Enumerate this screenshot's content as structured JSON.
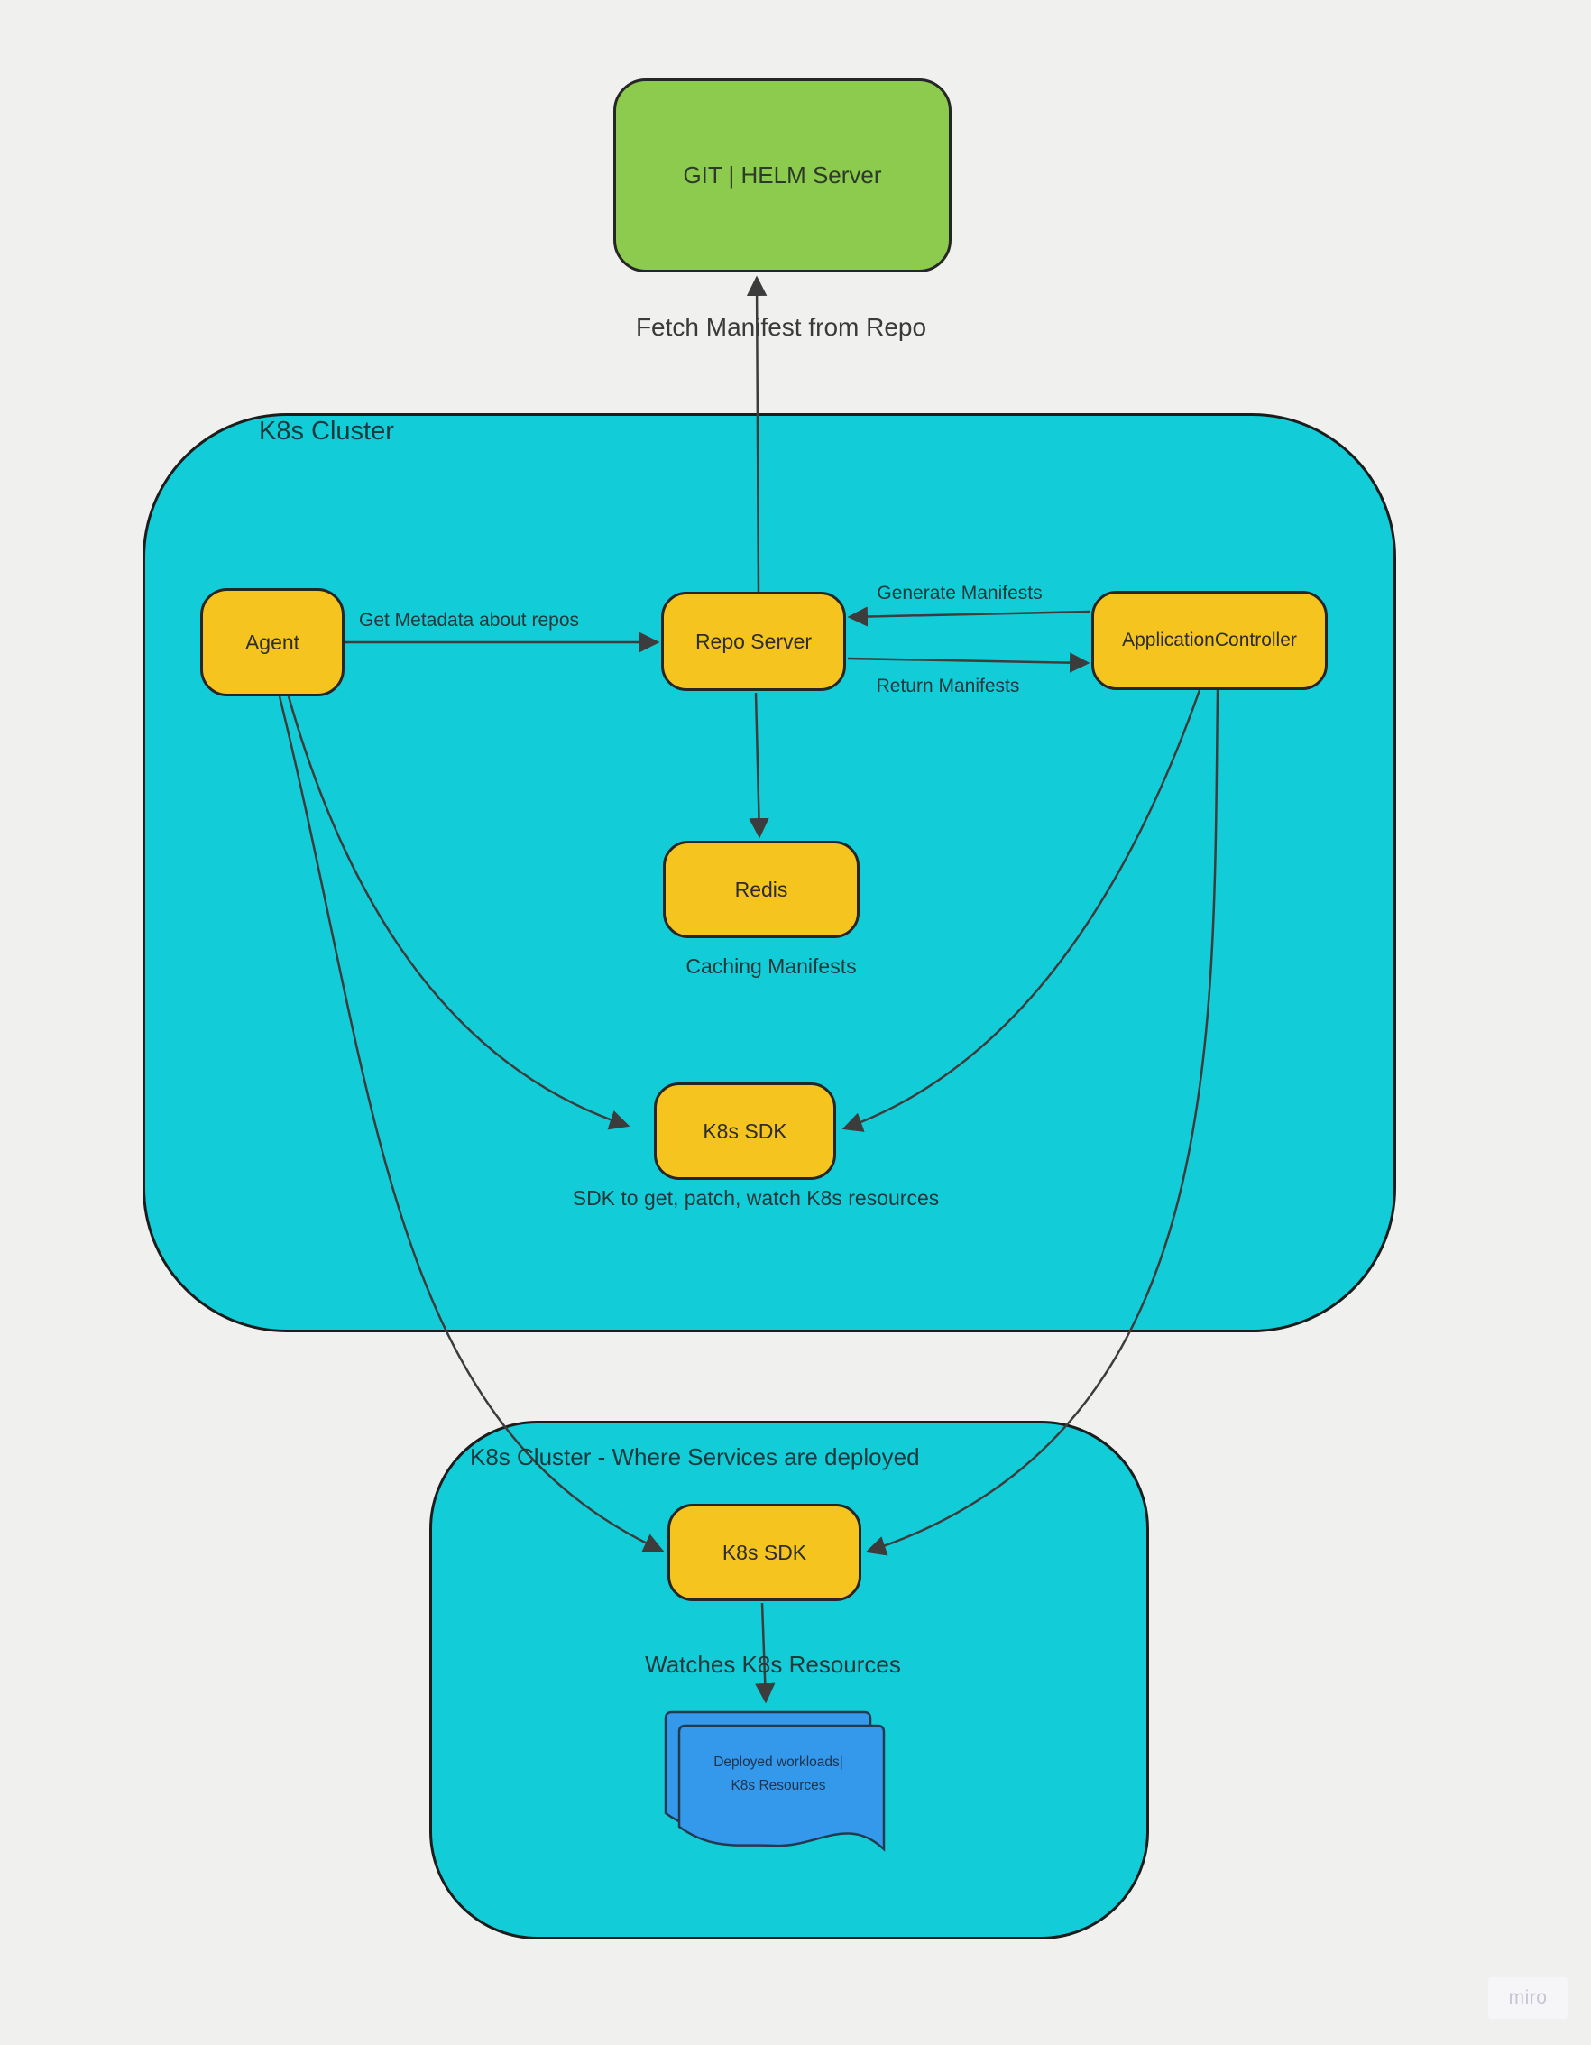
{
  "nodes": {
    "git_helm": {
      "label": "GIT | HELM Server"
    },
    "agent": {
      "label": "Agent"
    },
    "repo_server": {
      "label": "Repo Server"
    },
    "application_controller": {
      "label": "ApplicationController"
    },
    "redis": {
      "label": "Redis"
    },
    "k8s_sdk_main": {
      "label": "K8s SDK"
    },
    "k8s_sdk_deploy": {
      "label": "K8s SDK"
    },
    "deployed_workloads": {
      "line1": "Deployed workloads|",
      "line2": "K8s Resources"
    }
  },
  "clusters": {
    "main": {
      "title": "K8s Cluster"
    },
    "deploy": {
      "title": "K8s Cluster - Where Services are deployed"
    }
  },
  "edge_labels": {
    "fetch_manifest": "Fetch Manifest from Repo",
    "get_metadata": "Get Metadata about repos",
    "generate_manifests": "Generate Manifests",
    "return_manifests": "Return Manifests",
    "caching_manifests": "Caching Manifests",
    "sdk_description": "SDK to get, patch, watch K8s resources",
    "watches_resources": "Watches K8s Resources"
  },
  "watermark": "miro",
  "colors": {
    "cluster_teal": "#12cdd7",
    "node_yellow": "#f5c41e",
    "server_green": "#8ccb4d",
    "document_blue": "#3498eb",
    "connector_dark": "#3c3c3c",
    "background": "#f0f0ee"
  }
}
